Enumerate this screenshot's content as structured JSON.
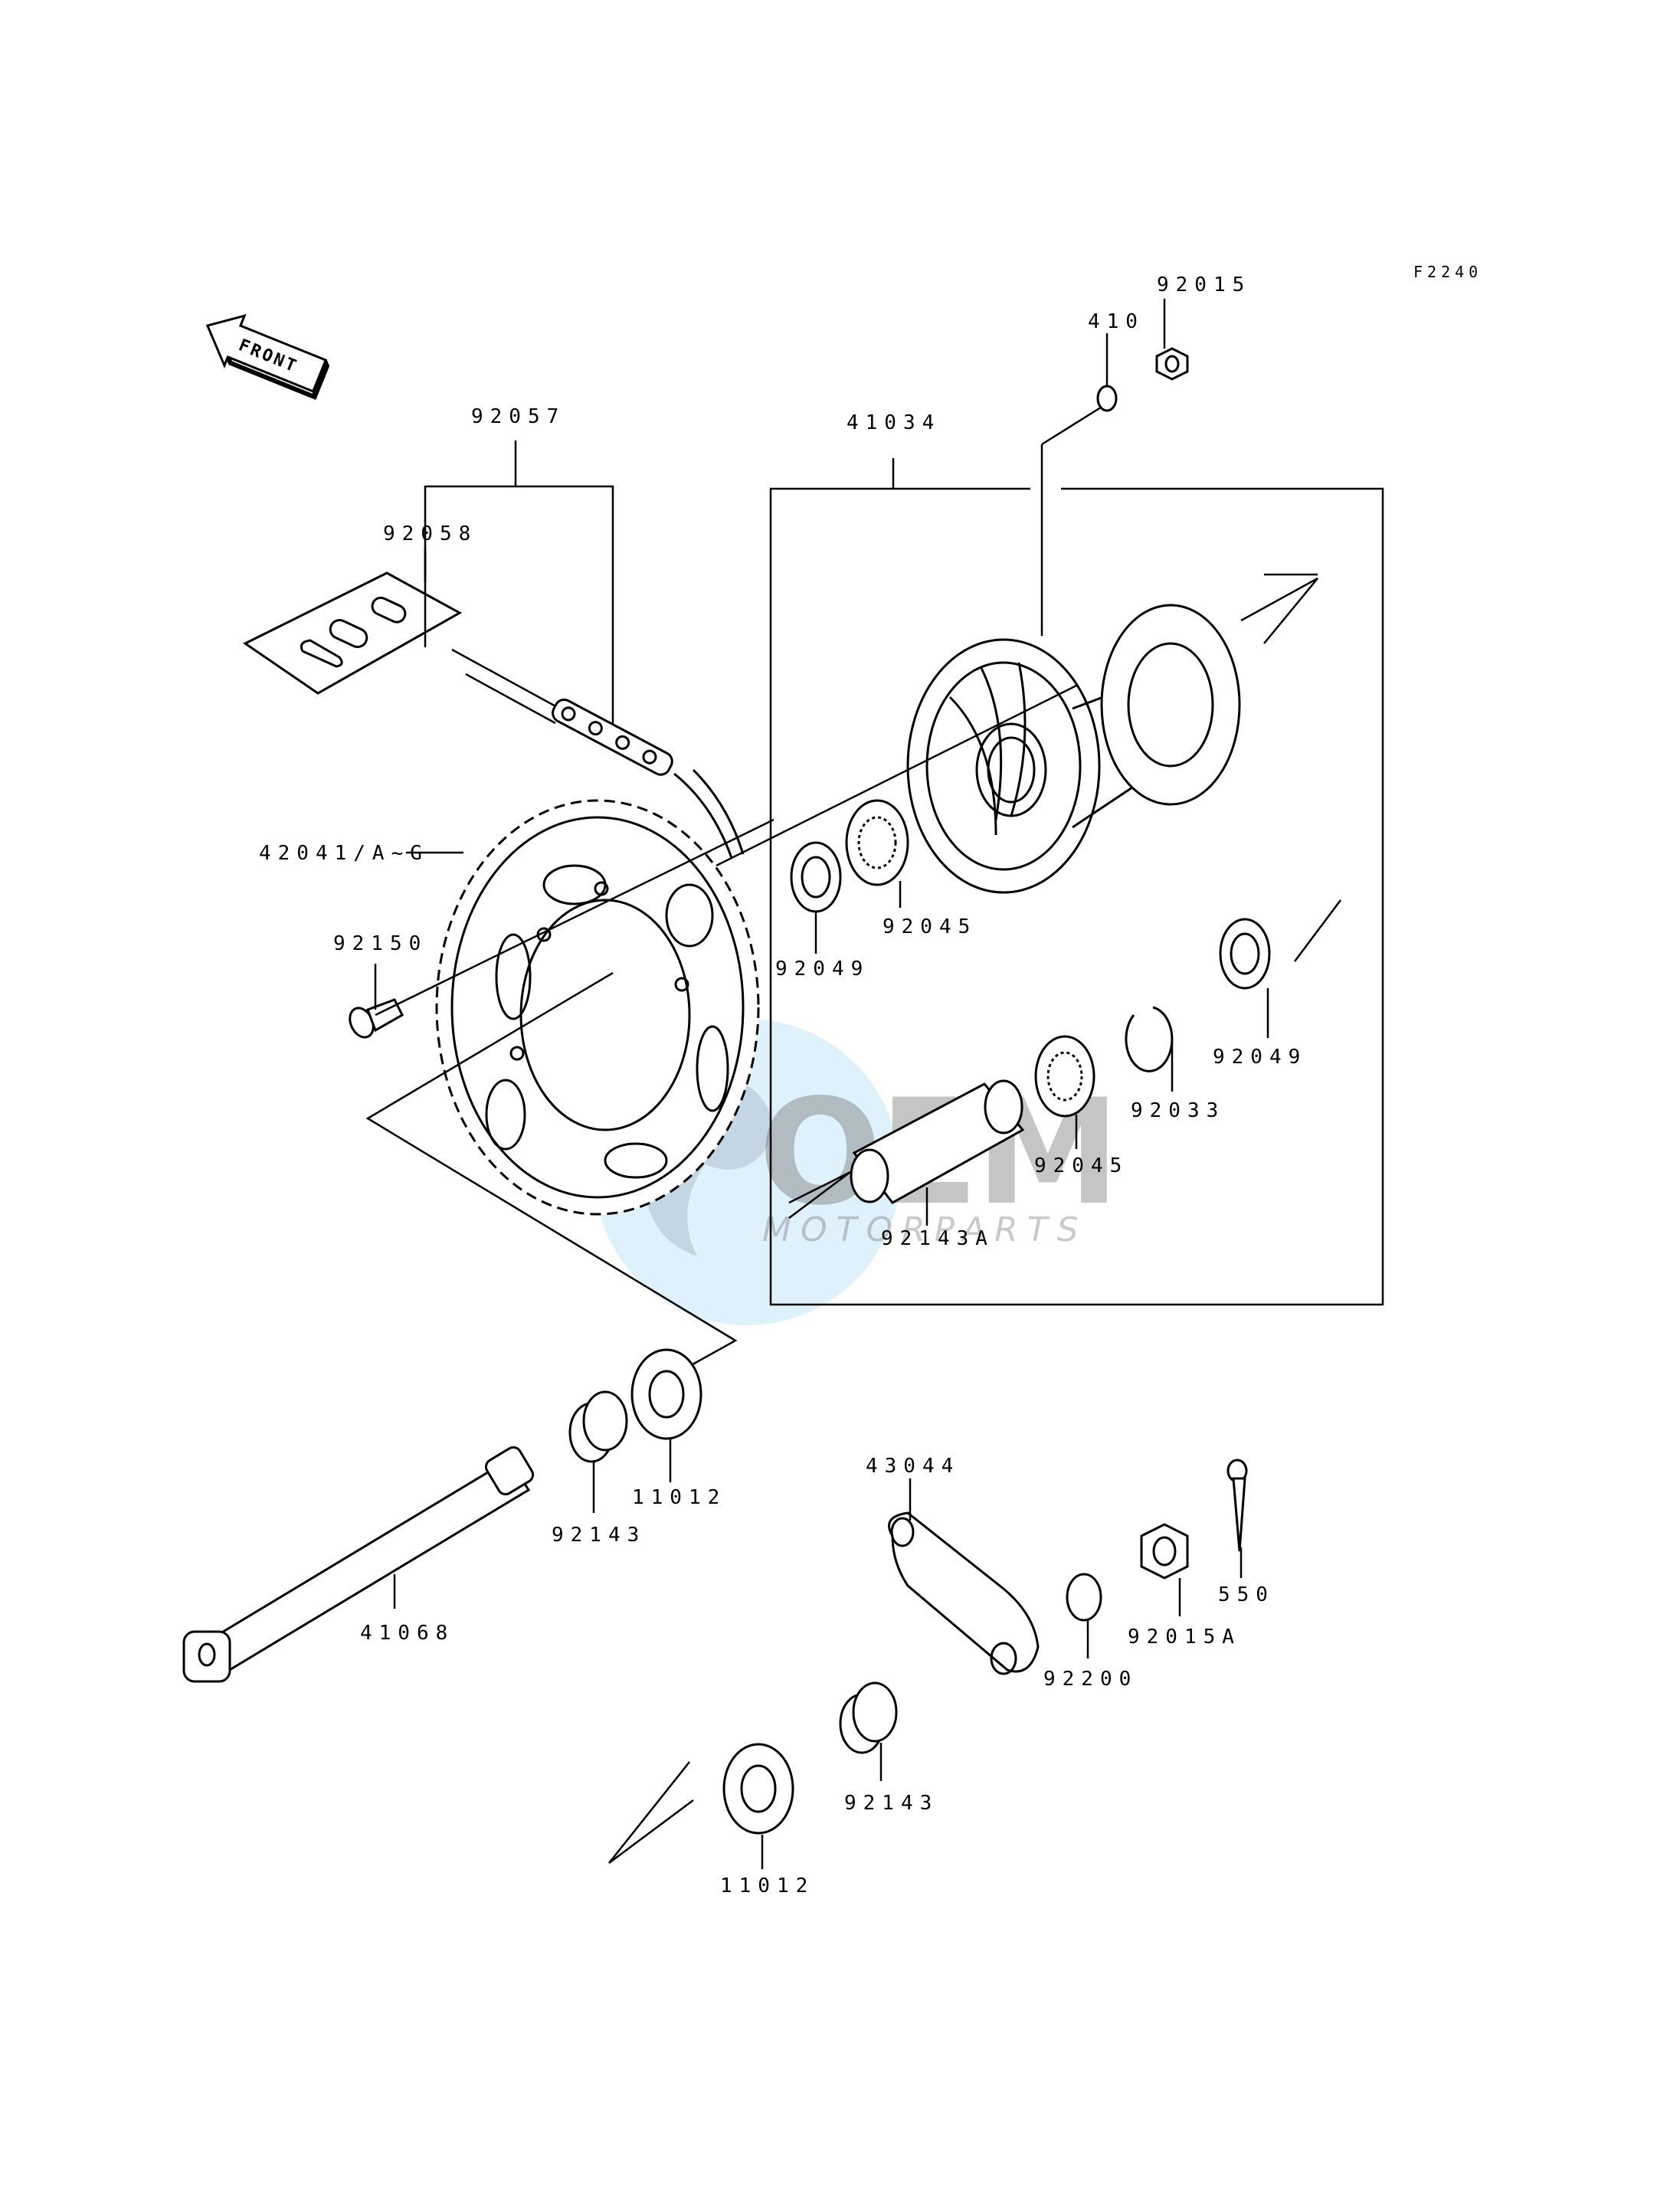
{
  "diagram_code": "F2240",
  "orientation_badge": "FRONT",
  "watermark": {
    "brand": "OEM",
    "subtitle": "MOTORPARTS"
  },
  "parts": {
    "p92015": "92015",
    "p410": "410",
    "p41034": "41034",
    "p92057": "92057",
    "p92058": "92058",
    "p42041": "42041/A~G",
    "p92150": "92150",
    "p92049_a": "92049",
    "p92045_a": "92045",
    "p92049_b": "92049",
    "p92033": "92033",
    "p92045_b": "92045",
    "p92143A": "92143A",
    "p92143_a": "92143",
    "p11012_a": "11012",
    "p41068": "41068",
    "p43044": "43044",
    "p92200": "92200",
    "p92015A": "92015A",
    "p550": "550",
    "p92143_b": "92143",
    "p11012_b": "11012"
  }
}
